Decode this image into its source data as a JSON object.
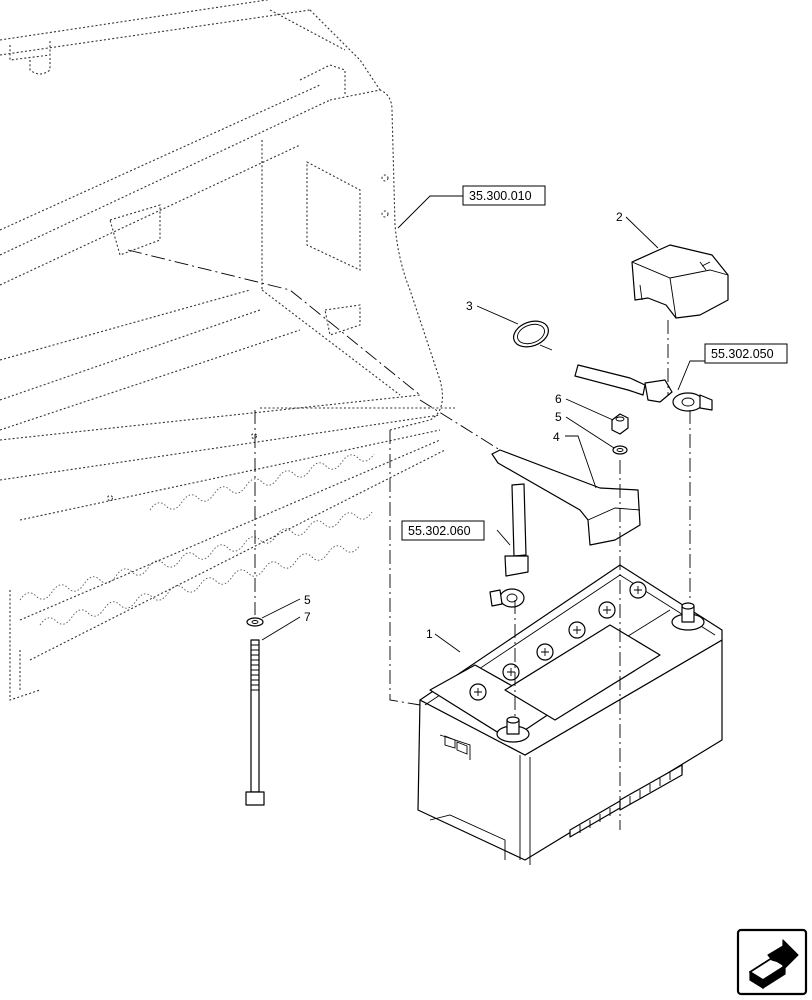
{
  "callouts": [
    {
      "id": "1",
      "label": "1"
    },
    {
      "id": "2",
      "label": "2"
    },
    {
      "id": "3",
      "label": "3"
    },
    {
      "id": "4",
      "label": "4"
    },
    {
      "id": "5a",
      "label": "5"
    },
    {
      "id": "6",
      "label": "6"
    },
    {
      "id": "5b",
      "label": "5"
    },
    {
      "id": "7",
      "label": "7"
    }
  ],
  "references": [
    {
      "id": "frame",
      "label": "35.300.010"
    },
    {
      "id": "pos-cable",
      "label": "55.302.050"
    },
    {
      "id": "neg-cable",
      "label": "55.302.060"
    }
  ],
  "colors": {
    "line": "#000000",
    "phantom": "#333333",
    "background": "#ffffff"
  },
  "nav_icon": "next-page-arrow-icon"
}
